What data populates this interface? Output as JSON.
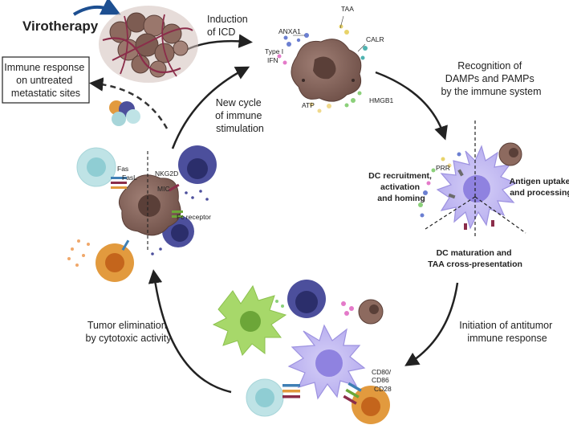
{
  "title": "Virotherapy",
  "steps": {
    "induction": [
      "Induction",
      "of ICD"
    ],
    "recognition": [
      "Recognition of",
      "DAMPs and PAMPs",
      "by the immune system"
    ],
    "initiation": [
      "Initiation of antitumor",
      "immune response"
    ],
    "elimination": [
      "Tumor elimination",
      "by cytotoxic activity"
    ],
    "new_cycle": [
      "New cycle",
      "of immune",
      "stimulation"
    ]
  },
  "immune_response_box": [
    "Immune response",
    "on untreated",
    "metastatic sites"
  ],
  "icd_markers": {
    "anxa1": "ANXA1",
    "taa": "TAA",
    "calr": "CALR",
    "type_i_ifn": [
      "Type I",
      "IFN"
    ],
    "atp": "ATP",
    "hmgb1": "HMGB1"
  },
  "dc_labels": {
    "prr": "PRR",
    "recruitment": [
      "DC recruitment,",
      "activation",
      "and homing"
    ],
    "antigen": [
      "Antigen uptake",
      "and processing"
    ],
    "maturation": [
      "DC maturation and",
      "TAA cross-presentation"
    ]
  },
  "cytotoxic_labels": {
    "fas": "Fas",
    "fasl": "FasL",
    "nkg2d": "NKG2D",
    "mic": "MIC",
    "fc_receptor": "Fc receptor"
  },
  "costim_labels": {
    "cd80": "CD80/",
    "cd86": "CD86",
    "cd28": "CD28"
  },
  "colors": {
    "tumor": "#8d6a5f",
    "tumor_dark": "#5a3f38",
    "vessel": "#8b2d4a",
    "dc": "#c7bff2",
    "dc_nucleus": "#8f82e0",
    "nk": "#4c4f9c",
    "tcell": "#bfe3e6",
    "macrophage": "#e29a3e",
    "green_cell": "#a7d86a"
  }
}
